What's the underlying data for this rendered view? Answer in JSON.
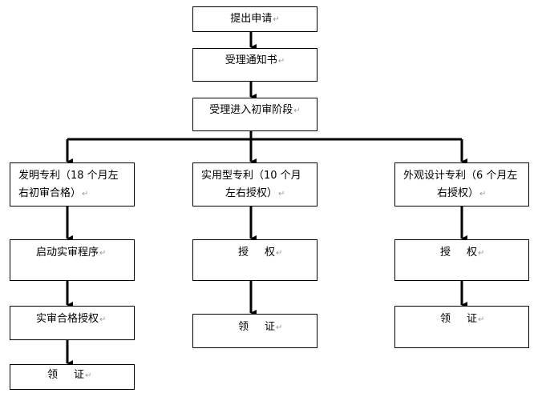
{
  "paragraph_mark": "↵",
  "top": {
    "submit": "提出申请",
    "notice": "受理通知书",
    "prelim": "受理进入初审阶段"
  },
  "invention": {
    "title_line1": "发明专利（18 个月左",
    "title_line2": "右初审合格）",
    "step1": "启动实审程序",
    "step2": "实审合格授权",
    "step3_a": "领",
    "step3_b": "证"
  },
  "utility": {
    "title_line1": "实用型专利（10 个月",
    "title_line2": "左右授权）",
    "step1_a": "授",
    "step1_b": "权",
    "step2_a": "领",
    "step2_b": "证"
  },
  "design": {
    "title_line1": "外观设计专利（6 个月左",
    "title_line2": "右授权）",
    "step1_a": "授",
    "step1_b": "权",
    "step2_a": "领",
    "step2_b": "证"
  }
}
